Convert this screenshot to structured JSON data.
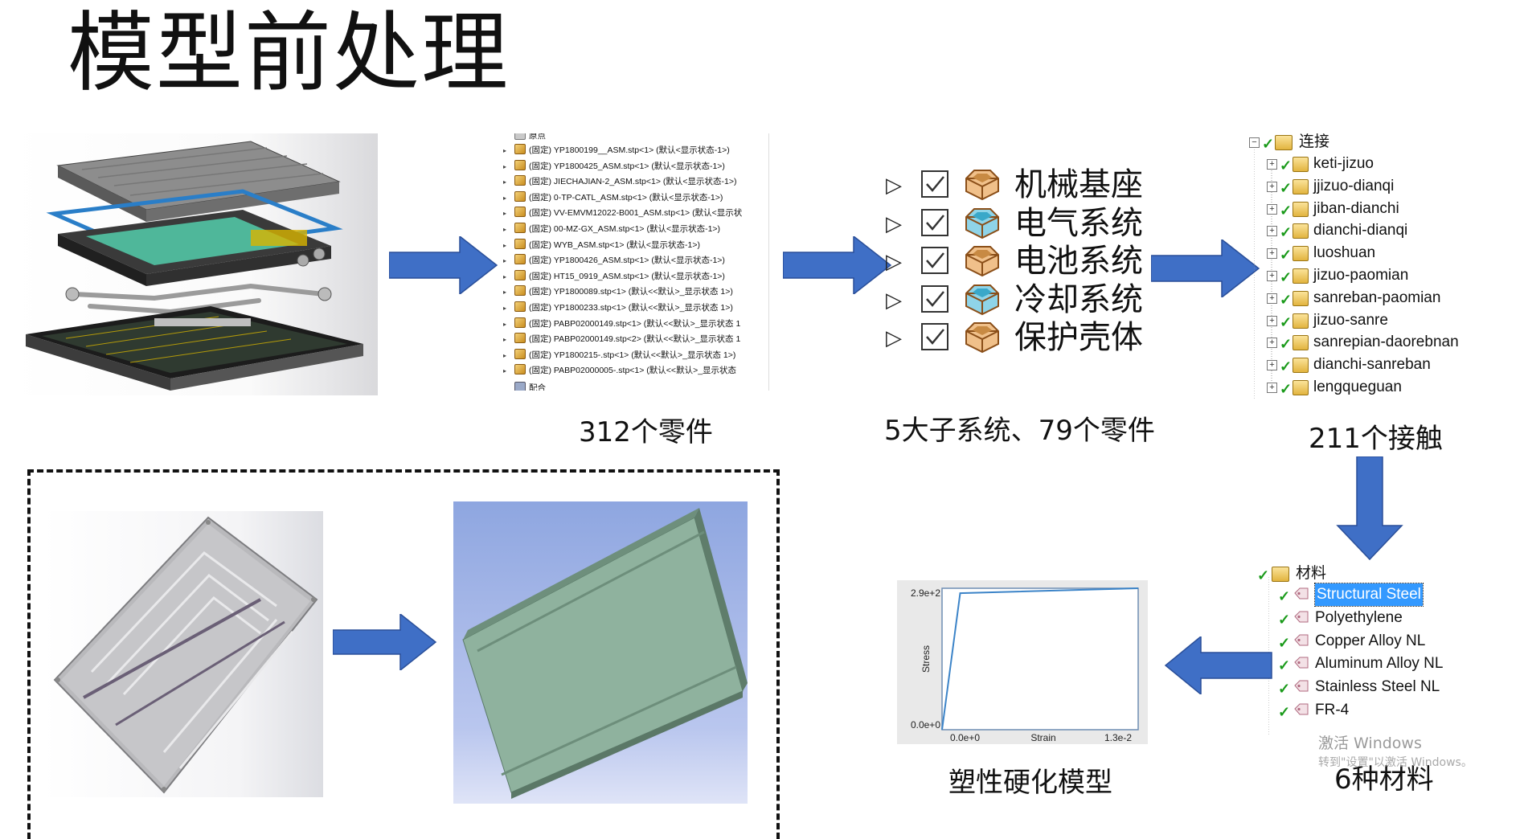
{
  "title": "模型前处理",
  "captions": {
    "parts": "312个零件",
    "subsystems": "5大子系统、79个零件",
    "contacts": "211个接触",
    "materials": "6种材料",
    "plastic": "塑性硬化模型"
  },
  "feature_tree": {
    "top_label": "原点",
    "bottom_label": "配合",
    "items": [
      "(固定) YP1800199__ASM.stp<1> (默认<显示状态-1>)",
      "(固定) YP1800425_ASM.stp<1> (默认<显示状态-1>)",
      "(固定) JIECHAJIAN-2_ASM.stp<1> (默认<显示状态-1>)",
      "(固定) 0-TP-CATL_ASM.stp<1> (默认<显示状态-1>)",
      "(固定) VV-EMVM12022-B001_ASM.stp<1> (默认<显示状",
      "(固定) 00-MZ-GX_ASM.stp<1> (默认<显示状态-1>)",
      "(固定) WYB_ASM.stp<1> (默认<显示状态-1>)",
      "(固定) YP1800426_ASM.stp<1> (默认<显示状态-1>)",
      "(固定) HT15_0919_ASM.stp<1> (默认<显示状态-1>)",
      "(固定) YP1800089.stp<1> (默认<<默认>_显示状态 1>)",
      "(固定) YP1800233.stp<1> (默认<<默认>_显示状态 1>)",
      "(固定) PABP02000149.stp<1> (默认<<默认>_显示状态 1",
      "(固定) PABP02000149.stp<2> (默认<<默认>_显示状态 1",
      "(固定) YP1800215-.stp<1> (默认<<默认>_显示状态 1>)",
      "(固定) PABP02000005-.stp<1> (默认<<默认>_显示状态"
    ]
  },
  "subsystems": [
    {
      "label": "机械基座",
      "icon": "part-orange"
    },
    {
      "label": "电气系统",
      "icon": "part-blue"
    },
    {
      "label": "电池系统",
      "icon": "part-orange"
    },
    {
      "label": "冷却系统",
      "icon": "part-blue"
    },
    {
      "label": "保护壳体",
      "icon": "part-orange"
    }
  ],
  "connections": {
    "root": "连接",
    "items": [
      "keti-jizuo",
      "jjizuo-dianqi",
      "jiban-dianchi",
      "dianchi-dianqi",
      "luoshuan",
      "jizuo-paomian",
      "sanreban-paomian",
      "jizuo-sanre",
      "sanrepian-daorebnan",
      "dianchi-sanreban",
      "lengqueguan"
    ]
  },
  "materials": {
    "root": "材料",
    "items": [
      "Structural Steel",
      "Polyethylene",
      "Copper Alloy NL",
      "Aluminum Alloy NL",
      "Stainless Steel NL",
      "FR-4"
    ],
    "selected_index": 0
  },
  "watermark": {
    "line1": "激活 Windows",
    "line2": "转到\"设置\"以激活 Windows。"
  },
  "chart_data": {
    "type": "line",
    "xlabel": "Strain",
    "ylabel": "Stress",
    "x_min_label": "0.0e+0",
    "x_max_label": "1.3e-2",
    "y_min_label": "0.0e+0",
    "y_max_label": "2.9e+2",
    "xlim": [
      0,
      0.013
    ],
    "ylim": [
      0,
      290
    ],
    "series": [
      {
        "x": [
          0,
          0.0012,
          0.013
        ],
        "y": [
          0,
          280,
          290
        ]
      }
    ],
    "color": "#3c84c8"
  },
  "colors": {
    "arrow": "#3f6fc6",
    "check": "#1a9a1a",
    "selection": "#3399ff"
  }
}
